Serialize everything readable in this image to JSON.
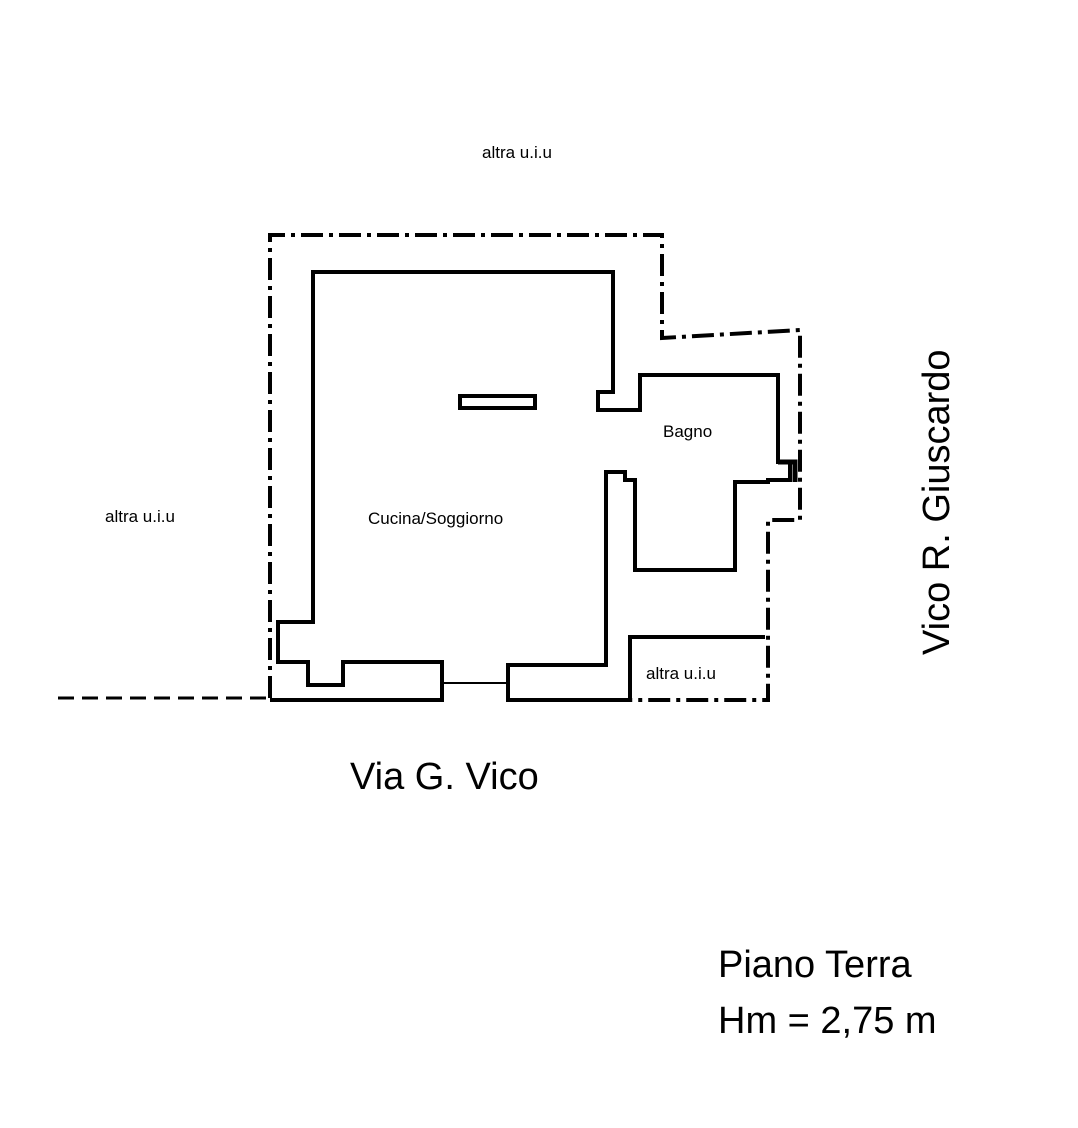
{
  "labels": {
    "north_neighbor": "altra u.i.u",
    "west_neighbor": "altra u.i.u",
    "south_east_neighbor": "altra u.i.u",
    "living_room": "Cucina/Soggiorno",
    "bathroom": "Bagno",
    "street_south": "Via G. Vico",
    "street_east": "Vico R. Giuscardo"
  },
  "floor_info": {
    "floor_name": "Piano Terra",
    "height": "Hm = 2,75 m"
  },
  "colors": {
    "line": "#000000",
    "background": "#ffffff"
  }
}
